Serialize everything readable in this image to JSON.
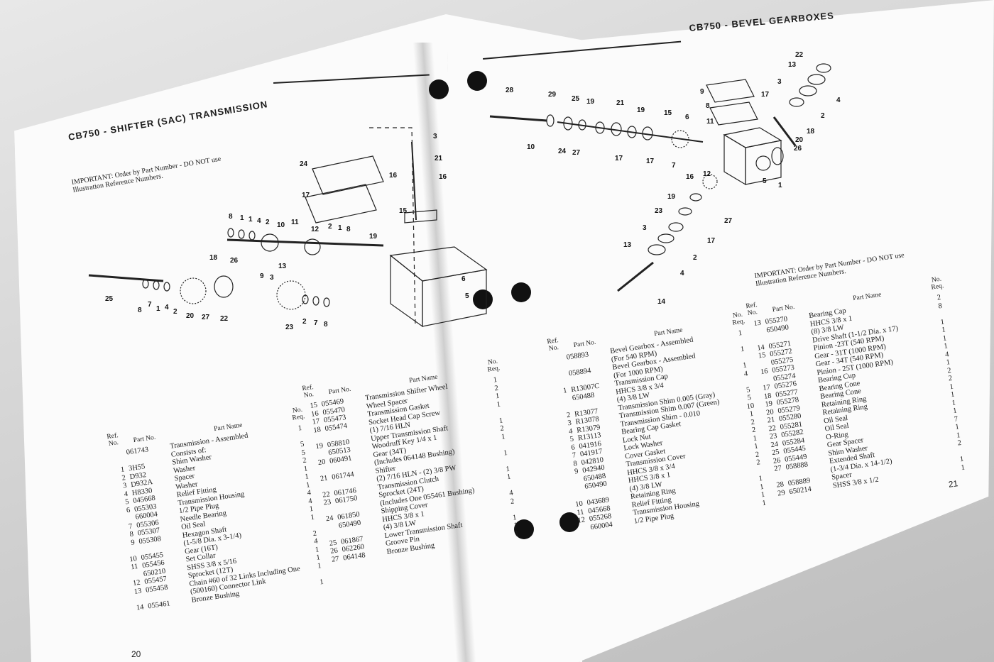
{
  "left_page": {
    "heading": "CB750 - SHIFTER (SAC) TRANSMISSION",
    "note": "IMPORTANT: Order by Part Number - DO NOT use Illustration Reference Numbers.",
    "page_number": "20",
    "diagram_labels": [
      "3",
      "24",
      "21",
      "16",
      "16",
      "17",
      "15",
      "8",
      "1",
      "1",
      "4",
      "2",
      "10",
      "11",
      "12",
      "2",
      "1",
      "8",
      "19",
      "18",
      "26",
      "13",
      "25",
      "9",
      "3",
      "6",
      "5",
      "8",
      "7",
      "1",
      "4",
      "2",
      "20",
      "27",
      "22",
      "23",
      "2",
      "7",
      "8"
    ],
    "columns": {
      "ref": "Ref. No.",
      "part": "Part No.",
      "name": "Part Name",
      "qty": "No. Req."
    },
    "table_a": [
      {
        "ref": "",
        "part": "061743",
        "name": "Transmission - Assembled",
        "qty": "1"
      },
      {
        "ref": "",
        "part": "",
        "name": "Consists of:",
        "qty": ""
      },
      {
        "ref": "1",
        "part": "3H55",
        "name": "Shim Washer",
        "qty": "5"
      },
      {
        "ref": "2",
        "part": "D932",
        "name": "Washer",
        "qty": "5"
      },
      {
        "ref": "3",
        "part": "D932A",
        "name": "Spacer",
        "qty": "2"
      },
      {
        "ref": "4",
        "part": "H8330",
        "name": "Washer",
        "qty": "1"
      },
      {
        "ref": "5",
        "part": "045668",
        "name": "Relief Fitting",
        "qty": "1"
      },
      {
        "ref": "6",
        "part": "055303",
        "name": "Transmission Housing",
        "qty": "1"
      },
      {
        "ref": "",
        "part": "660004",
        "name": "1/2 Pipe Plug",
        "qty": "4"
      },
      {
        "ref": "7",
        "part": "055306",
        "name": "Needle Bearing",
        "qty": "4"
      },
      {
        "ref": "8",
        "part": "055307",
        "name": "Oil Seal",
        "qty": "1"
      },
      {
        "ref": "9",
        "part": "055308",
        "name": "Hexagon Shaft",
        "qty": "1"
      },
      {
        "ref": "",
        "part": "",
        "name": "(1-5/8 Dia. x 3-1/4)",
        "qty": ""
      },
      {
        "ref": "10",
        "part": "055455",
        "name": "Gear (16T)",
        "qty": "2"
      },
      {
        "ref": "11",
        "part": "055456",
        "name": "Set Collar",
        "qty": "4"
      },
      {
        "ref": "",
        "part": "650210",
        "name": "SHSS 3/8 x 5/16",
        "qty": "1"
      },
      {
        "ref": "12",
        "part": "055457",
        "name": "Sprocket (12T)",
        "qty": "1"
      },
      {
        "ref": "13",
        "part": "055458",
        "name": "Chain #60 of 32 Links Including One",
        "qty": "1"
      },
      {
        "ref": "",
        "part": "",
        "name": "(500160) Connector Link",
        "qty": ""
      },
      {
        "ref": "14",
        "part": "055461",
        "name": "Bronze Bushing",
        "qty": "1"
      }
    ],
    "table_b": [
      {
        "ref": "15",
        "part": "055469",
        "name": "Transmission Shifter Wheel",
        "qty": "1"
      },
      {
        "ref": "16",
        "part": "055470",
        "name": "Wheel Spacer",
        "qty": "2"
      },
      {
        "ref": "17",
        "part": "055473",
        "name": "Transmission Gasket",
        "qty": "1"
      },
      {
        "ref": "18",
        "part": "055474",
        "name": "Socket Head Cap Screw",
        "qty": "1"
      },
      {
        "ref": "",
        "part": "",
        "name": "(1) 7/16 HLN",
        "qty": ""
      },
      {
        "ref": "19",
        "part": "058810",
        "name": "Upper Transmission Shaft",
        "qty": "1"
      },
      {
        "ref": "",
        "part": "650513",
        "name": "Woodruff Key 1/4 x 1",
        "qty": "2"
      },
      {
        "ref": "20",
        "part": "060491",
        "name": "Gear (34T)",
        "qty": "1"
      },
      {
        "ref": "",
        "part": "",
        "name": "(Includes 064148 Bushing)",
        "qty": ""
      },
      {
        "ref": "21",
        "part": "061744",
        "name": "Shifter",
        "qty": "1"
      },
      {
        "ref": "",
        "part": "",
        "name": "(2) 7/16 HLN - (2) 3/8 PW",
        "qty": ""
      },
      {
        "ref": "22",
        "part": "061746",
        "name": "Transmission Clutch",
        "qty": "1"
      },
      {
        "ref": "23",
        "part": "061750",
        "name": "Sprocket (24T)",
        "qty": "1"
      },
      {
        "ref": "",
        "part": "",
        "name": "(Includes One 055461 Bushing)",
        "qty": ""
      },
      {
        "ref": "24",
        "part": "061850",
        "name": "Shipping Cover",
        "qty": "4"
      },
      {
        "ref": "",
        "part": "650490",
        "name": "HHCS 3/8 x 1",
        "qty": "2"
      },
      {
        "ref": "",
        "part": "",
        "name": "(4) 3/8 LW",
        "qty": ""
      },
      {
        "ref": "25",
        "part": "061867",
        "name": "Lower Transmission Shaft",
        "qty": "1"
      },
      {
        "ref": "26",
        "part": "062260",
        "name": "Groove Pin",
        "qty": "1"
      },
      {
        "ref": "27",
        "part": "064148",
        "name": "Bronze Bushing",
        "qty": "1"
      }
    ]
  },
  "right_page": {
    "heading": "CB750 - BEVEL GEARBOXES",
    "note": "IMPORTANT: Order by Part Number - DO NOT use Illustration Reference Numbers.",
    "page_number": "21",
    "diagram_labels": [
      "22",
      "13",
      "3",
      "4",
      "17",
      "2",
      "28",
      "29",
      "25",
      "19",
      "21",
      "19",
      "15",
      "6",
      "9",
      "8",
      "11",
      "20",
      "18",
      "26",
      "10",
      "24",
      "27",
      "17",
      "17",
      "7",
      "12",
      "16",
      "5",
      "1",
      "19",
      "23",
      "27",
      "3",
      "2",
      "17",
      "13",
      "4",
      "14"
    ],
    "columns": {
      "ref": "Ref. No.",
      "part": "Part No.",
      "name": "Part Name",
      "qty": "No. Req."
    },
    "table_a": [
      {
        "ref": "",
        "part": "058893",
        "name": "Bevel Gearbox - Assembled",
        "qty": "1"
      },
      {
        "ref": "",
        "part": "",
        "name": "(For 540 RPM)",
        "qty": ""
      },
      {
        "ref": "",
        "part": "058894",
        "name": "Bevel Gearbox - Assembled",
        "qty": "1"
      },
      {
        "ref": "",
        "part": "",
        "name": "(For 1000 RPM)",
        "qty": ""
      },
      {
        "ref": "1",
        "part": "R13007C",
        "name": "Transmission Cap",
        "qty": "1"
      },
      {
        "ref": "",
        "part": "650488",
        "name": "HHCS 3/8 x 3/4",
        "qty": "4"
      },
      {
        "ref": "",
        "part": "",
        "name": "(4) 3/8 LW",
        "qty": ""
      },
      {
        "ref": "2",
        "part": "R13077",
        "name": "Transmission Shim 0.005 (Gray)",
        "qty": "5"
      },
      {
        "ref": "3",
        "part": "R13078",
        "name": "Transmission Shim 0.007 (Green)",
        "qty": "5"
      },
      {
        "ref": "4",
        "part": "R13079",
        "name": "Transmission Shim - 0.010",
        "qty": "10"
      },
      {
        "ref": "5",
        "part": "R13113",
        "name": "Bearing Cap Gasket",
        "qty": "1"
      },
      {
        "ref": "6",
        "part": "041916",
        "name": "Lock Nut",
        "qty": "2"
      },
      {
        "ref": "7",
        "part": "041917",
        "name": "Lock Washer",
        "qty": "2"
      },
      {
        "ref": "8",
        "part": "042810",
        "name": "Cover Gasket",
        "qty": "1"
      },
      {
        "ref": "9",
        "part": "042940",
        "name": "Transmission Cover",
        "qty": "1"
      },
      {
        "ref": "",
        "part": "650488",
        "name": "HHCS 3/8 x 3/4",
        "qty": "2"
      },
      {
        "ref": "",
        "part": "650490",
        "name": "HHCS 3/8 x 1",
        "qty": "2"
      },
      {
        "ref": "",
        "part": "",
        "name": "(4) 3/8 LW",
        "qty": ""
      },
      {
        "ref": "10",
        "part": "043689",
        "name": "Retaining Ring",
        "qty": "1"
      },
      {
        "ref": "11",
        "part": "045668",
        "name": "Relief Fitting",
        "qty": "1"
      },
      {
        "ref": "12",
        "part": "055268",
        "name": "Transmission Housing",
        "qty": "1"
      },
      {
        "ref": "",
        "part": "660004",
        "name": "1/2 Pipe Plug",
        "qty": "1"
      }
    ],
    "table_b": [
      {
        "ref": "13",
        "part": "055270",
        "name": "Bearing Cap",
        "qty": "2"
      },
      {
        "ref": "",
        "part": "650490",
        "name": "HHCS 3/8 x 1",
        "qty": "8"
      },
      {
        "ref": "",
        "part": "",
        "name": "(8) 3/8 LW",
        "qty": ""
      },
      {
        "ref": "14",
        "part": "055271",
        "name": "Drive Shaft (1-1/2 Dia. x 17)",
        "qty": "1"
      },
      {
        "ref": "15",
        "part": "055272",
        "name": "Pinion -23T (540 RPM)",
        "qty": "1"
      },
      {
        "ref": "",
        "part": "055275",
        "name": "Gear - 31T (1000 RPM)",
        "qty": "1"
      },
      {
        "ref": "16",
        "part": "055273",
        "name": "Gear - 34T (540 RPM)",
        "qty": "1"
      },
      {
        "ref": "",
        "part": "055274",
        "name": "Pinion - 25T (1000 RPM)",
        "qty": "4"
      },
      {
        "ref": "17",
        "part": "055276",
        "name": "Bearing Cup",
        "qty": "1"
      },
      {
        "ref": "18",
        "part": "055277",
        "name": "Bearing Cone",
        "qty": "2"
      },
      {
        "ref": "19",
        "part": "055278",
        "name": "Bearing Cone",
        "qty": "2"
      },
      {
        "ref": "20",
        "part": "055279",
        "name": "Retaining Ring",
        "qty": "1"
      },
      {
        "ref": "21",
        "part": "055280",
        "name": "Retaining Ring",
        "qty": "1"
      },
      {
        "ref": "22",
        "part": "055281",
        "name": "Oil Seal",
        "qty": "1"
      },
      {
        "ref": "23",
        "part": "055282",
        "name": "Oil Seal",
        "qty": "1"
      },
      {
        "ref": "24",
        "part": "055284",
        "name": "O-Ring",
        "qty": "7"
      },
      {
        "ref": "25",
        "part": "055445",
        "name": "Gear Spacer",
        "qty": "1"
      },
      {
        "ref": "26",
        "part": "055449",
        "name": "Shim Washer",
        "qty": "1"
      },
      {
        "ref": "27",
        "part": "058888",
        "name": "Extended Shaft",
        "qty": "2"
      },
      {
        "ref": "",
        "part": "",
        "name": "(1-3/4 Dia. x 14-1/2)",
        "qty": ""
      },
      {
        "ref": "28",
        "part": "058889",
        "name": "Spacer",
        "qty": "1"
      },
      {
        "ref": "29",
        "part": "650214",
        "name": "SHSS 3/8 x 1/2",
        "qty": "1"
      }
    ]
  },
  "colors": {
    "paper": "#fbfbfb",
    "ink": "#1a1a1a",
    "hole": "#111111"
  }
}
